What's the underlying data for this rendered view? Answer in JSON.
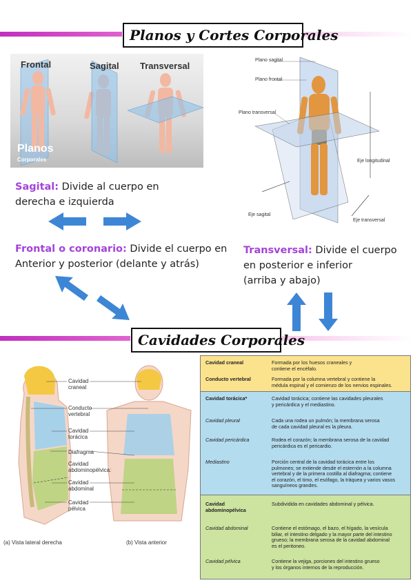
{
  "title1": "Planos y Cortes Corporales",
  "title2": "Cavidades Corporales",
  "planes_image": {
    "labels": [
      "Frontal",
      "Sagital",
      "Transversal"
    ],
    "logo_title": "Planos",
    "logo_sub": "Corporales"
  },
  "body3d_image": {
    "labels": {
      "sagital": "Plano sagital",
      "frontal": "Plano frontal",
      "transversal": "Plano transversal",
      "eje_longitudinal": "Eje longitudinal",
      "eje_sagital": "Eje sagital",
      "eje_transversal": "Eje transversal"
    }
  },
  "definitions": {
    "sagital": {
      "term": "Sagital:",
      "line1": " Divide al cuerpo en",
      "line2": "derecha e izquierda"
    },
    "frontal": {
      "term": "Frontal o coronario:",
      "line1": " Divide el cuerpo en",
      "line2": "Anterior y posterior (delante y atrás)"
    },
    "transversal": {
      "term": "Transversal:",
      "line1": " Divide el cuerpo",
      "line2": "en posterior e inferior",
      "line3": "(arriba y abajo)"
    }
  },
  "cavities_image": {
    "labels": {
      "craneal": [
        "Cavidad",
        "craneal"
      ],
      "vertebral": [
        "Conducto",
        "vertebral"
      ],
      "toracica": [
        "Cavidad",
        "torácica"
      ],
      "diafragma": [
        "Diafragma"
      ],
      "abdominopelvica": [
        "Cavidad",
        "abdominopélvica:"
      ],
      "abdominal": [
        "Cavidad",
        "abdominal"
      ],
      "pelvica": [
        "Cavidad",
        "pélvica"
      ]
    },
    "caption_a": "(a) Vista lateral derecha",
    "caption_b": "(b) Vista anterior"
  },
  "table": {
    "rows": [
      {
        "name": "Cavidad craneal",
        "desc1": "Formada por los huesos craneales y",
        "desc2": "contiene el encéfalo.",
        "desc3": "",
        "desc4": "",
        "desc5": ""
      },
      {
        "name": "Conducto vertebral",
        "desc1": "Formada por la columna vertebral y contiene la",
        "desc2": "médula espinal y el comienzo de los nervios espinales.",
        "desc3": "",
        "desc4": "",
        "desc5": ""
      },
      {
        "name": "Cavidad torácica*",
        "desc1": "Cavidad torácica; contiene las cavidades pleurales",
        "desc2": "y pericárdica y el mediastino.",
        "desc3": "",
        "desc4": "",
        "desc5": ""
      },
      {
        "name": "Cavidad pleural",
        "desc1": "Cada una rodea un pulmón; la membrana serosa",
        "desc2": "de cada cavidad pleural es la pleura.",
        "desc3": "",
        "desc4": "",
        "desc5": ""
      },
      {
        "name": "Cavidad pericárdica",
        "desc1": "Rodea el corazón; la membrana serosa de la cavidad",
        "desc2": "pericárdica es el pericardio.",
        "desc3": "",
        "desc4": "",
        "desc5": ""
      },
      {
        "name": "Mediastino",
        "desc1": "Porción central de la cavidad torácica entre los",
        "desc2": "pulmones; se extiende desde el esternón a la columna",
        "desc3": "vertebral y de la primera costilla al diafragma; contiene",
        "desc4": "el corazón, el timo, el esófago, la tráquea y varios vasos",
        "desc5": "sanguíneos grandes."
      },
      {
        "name": "Cavidad",
        "name2": "abdominopélvica",
        "desc1": "Subdividida en cavidades abdominal y pélvica.",
        "desc2": "",
        "desc3": "",
        "desc4": "",
        "desc5": ""
      },
      {
        "name": "Cavidad abdominal",
        "desc1": "Contiene el estómago, el bazo, el hígado, la vesícula",
        "desc2": "biliar, el intestino delgado y la mayor parte del intestino",
        "desc3": "grueso; la membrana serosa de la cavidad abdominal",
        "desc4": "es el peritoneo.",
        "desc5": ""
      },
      {
        "name": "Cavidad pélvica",
        "desc1": "Contiene la vejiga, porciones del intestino grueso",
        "desc2": "y los órganos internos de la reproducción.",
        "desc3": "",
        "desc4": "",
        "desc5": ""
      }
    ]
  },
  "colors": {
    "accent_purple": "#a443d9",
    "arrow_blue": "#3d86d6",
    "table_yellow": "#fbe38e",
    "table_blue": "#b4dcef",
    "table_green": "#cde3a0"
  }
}
